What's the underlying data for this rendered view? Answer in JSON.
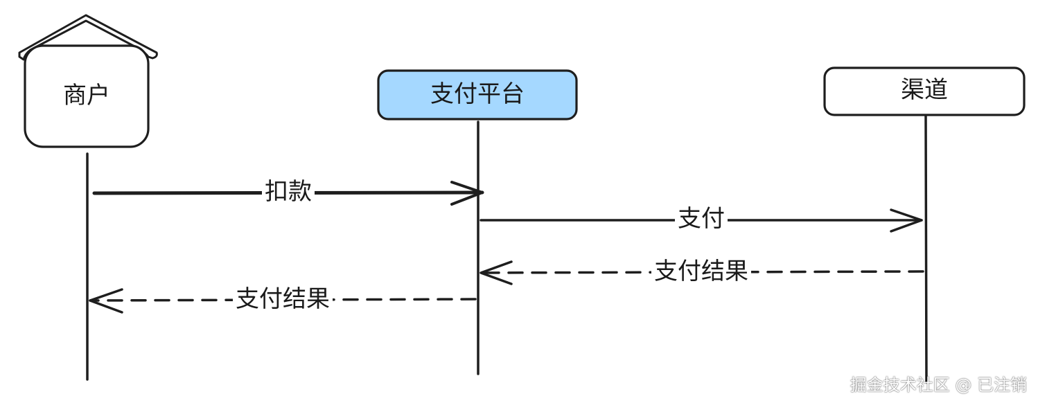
{
  "actors": [
    {
      "id": "merchant",
      "label": "商户",
      "icon": "house-icon",
      "fill": "#ffffff"
    },
    {
      "id": "platform",
      "label": "支付平台",
      "fill": "#a5d8ff"
    },
    {
      "id": "channel",
      "label": "渠道",
      "fill": "#ffffff"
    }
  ],
  "messages": [
    {
      "label": "扣款",
      "from": "merchant",
      "to": "platform",
      "style": "solid"
    },
    {
      "label": "支付",
      "from": "platform",
      "to": "channel",
      "style": "solid"
    },
    {
      "label": "支付结果",
      "from": "channel",
      "to": "platform",
      "style": "dashed"
    },
    {
      "label": "支付结果",
      "from": "platform",
      "to": "merchant",
      "style": "dashed"
    }
  ],
  "watermark": "掘金技术社区 @ 已注销",
  "colors": {
    "stroke": "#1e1e1e",
    "platform_fill": "#a5d8ff",
    "background": "#ffffff"
  }
}
